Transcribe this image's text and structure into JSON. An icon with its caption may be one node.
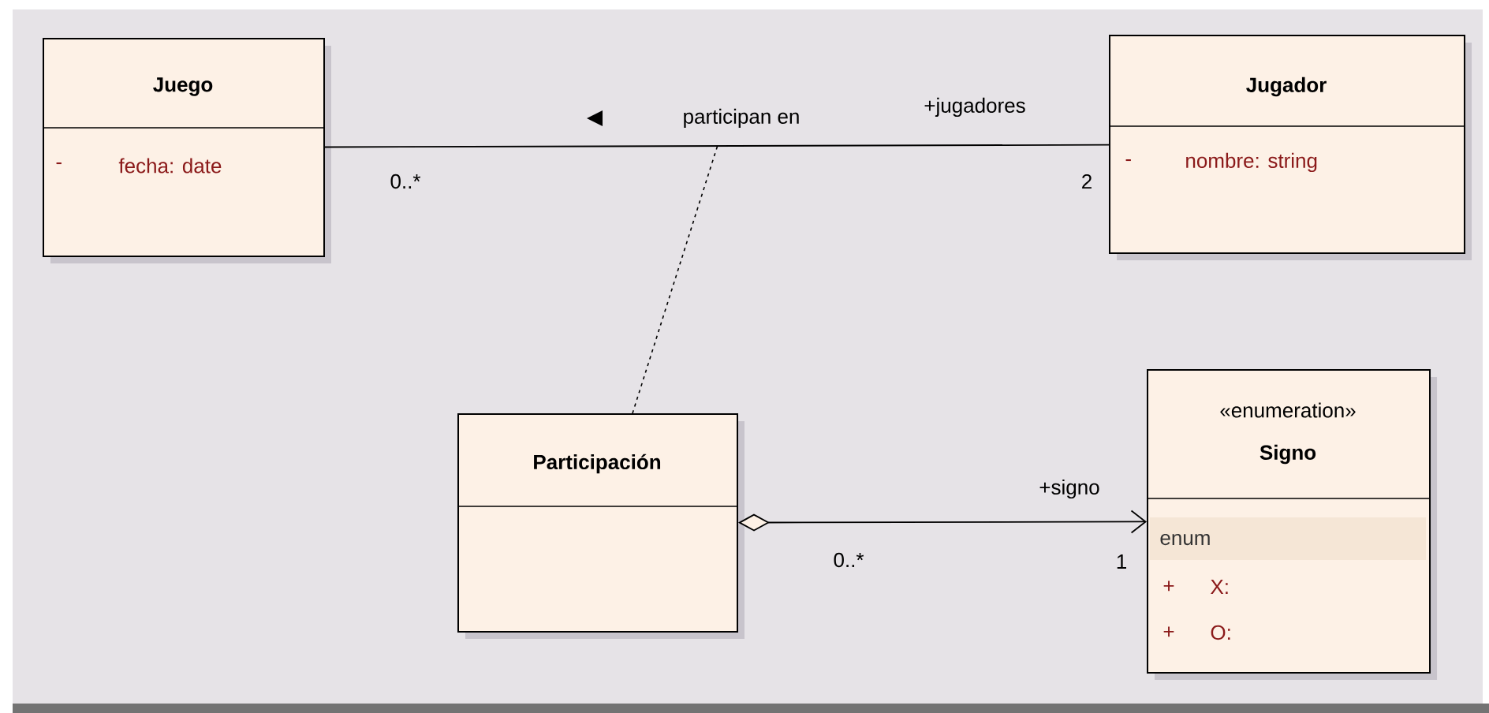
{
  "diagram": {
    "nodes": [
      {
        "text": [
          "Juego",
          "-",
          "fecha: date"
        ]
      },
      {
        "text": [
          "Jugador",
          "-",
          "nombre: string"
        ]
      },
      {
        "text": [
          "Participación"
        ]
      },
      {
        "text": [
          "«enumeration»",
          "Signo",
          "enum",
          "+",
          "X:",
          "+",
          "O:"
        ]
      }
    ],
    "edges": [
      {
        "from": 0,
        "to": 1,
        "arrow": "none",
        "label": "participan en"
      },
      {
        "from": 2,
        "to": null,
        "arrow": "none",
        "style": "dashed"
      },
      {
        "from": 2,
        "to": 3,
        "arrow": "to"
      }
    ],
    "labels": [
      "0..*",
      "+jugadores",
      "2",
      "+signo",
      "0..*",
      "1"
    ]
  }
}
